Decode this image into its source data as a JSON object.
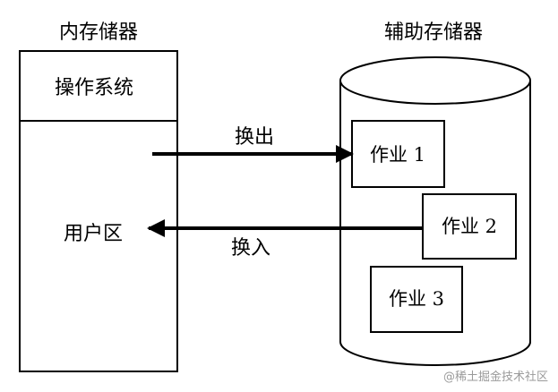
{
  "main_memory": {
    "title": "内存储器",
    "os_label": "操作系统",
    "user_area_label": "用户区"
  },
  "aux_memory": {
    "title": "辅助存储器",
    "jobs": [
      {
        "label": "作业 1"
      },
      {
        "label": "作业 2"
      },
      {
        "label": "作业 3"
      }
    ]
  },
  "arrows": {
    "swap_out": "换出",
    "swap_in": "换入"
  },
  "watermark": "@稀土掘金技术社区",
  "colors": {
    "stroke": "#000000",
    "background": "#ffffff",
    "watermark": "#9a9a9a"
  }
}
